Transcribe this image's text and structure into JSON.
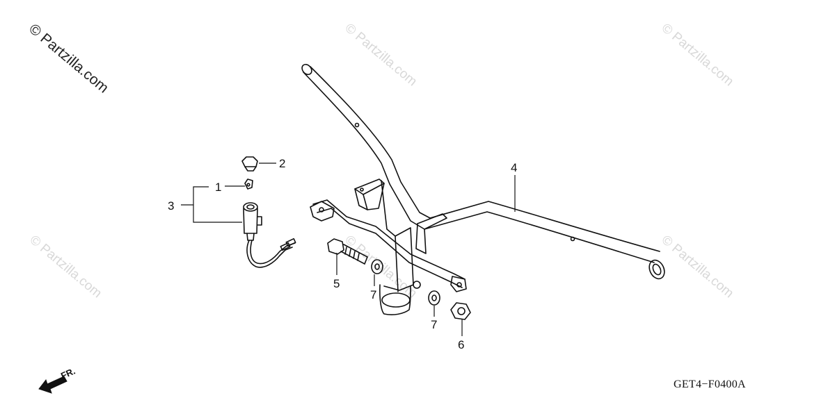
{
  "watermark": {
    "main_text": "© Partzilla.com",
    "faint_text": "© Partzilla.com"
  },
  "callouts": {
    "c1": "1",
    "c2": "2",
    "c3": "3",
    "c4": "4",
    "c5": "5",
    "c6": "6",
    "c7a": "7",
    "c7b": "7"
  },
  "front_indicator": "FR.",
  "diagram_code": "GET4−F0400A"
}
